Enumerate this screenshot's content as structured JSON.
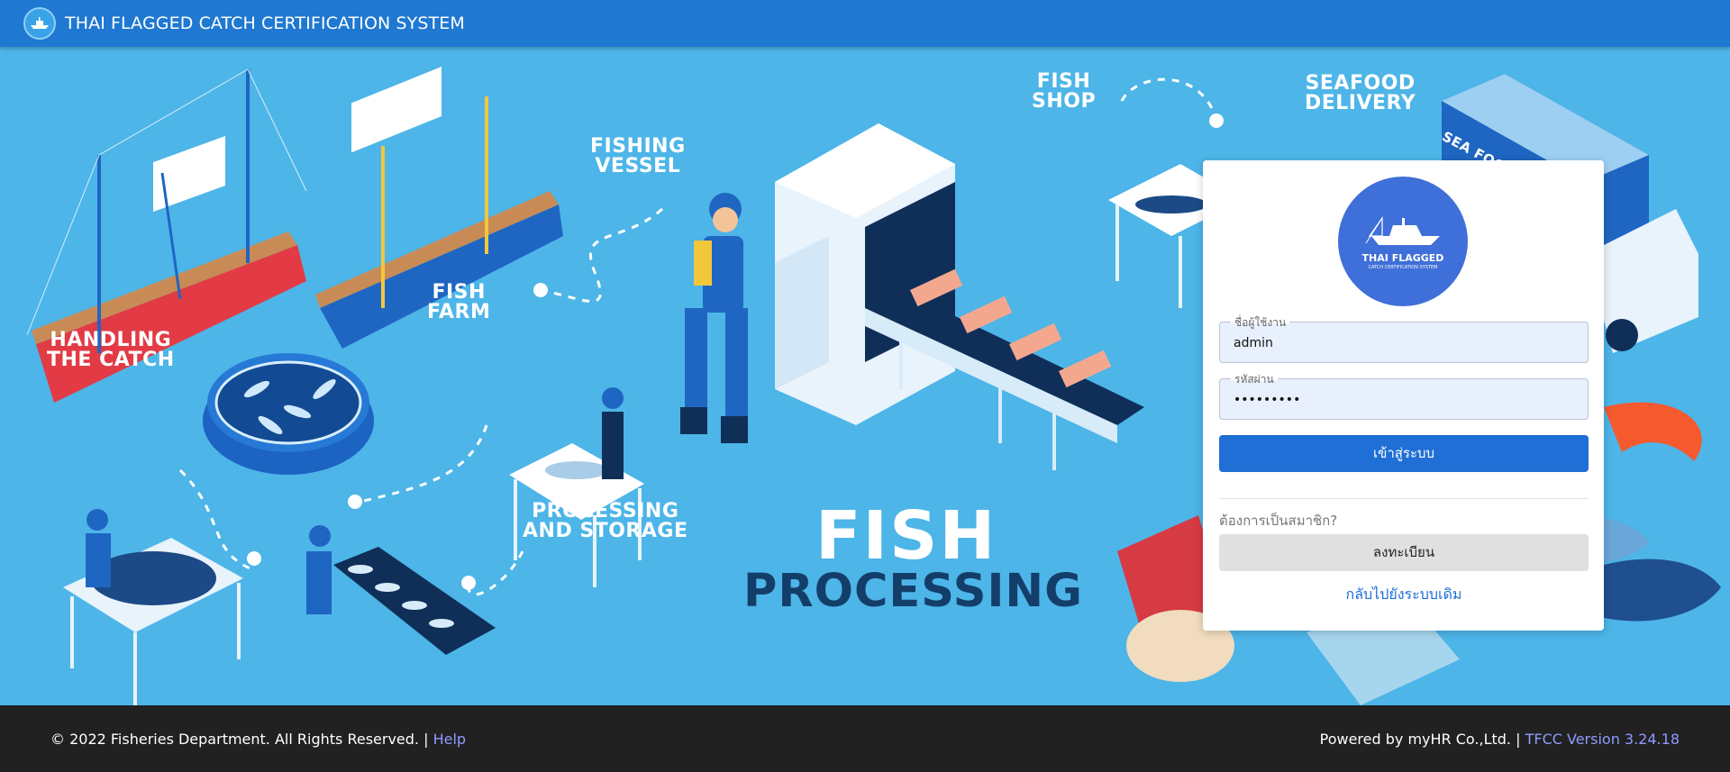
{
  "header": {
    "title": "THAI FLAGGED CATCH CERTIFICATION SYSTEM",
    "logo_icon": "fish-boat-logo-icon"
  },
  "scene": {
    "labels": {
      "fishing_vessel": "FISHING\nVESSEL",
      "fish_farm": "FISH\nFARM",
      "handling_the_catch": "HANDLING\nTHE CATCH",
      "processing_and_storage": "PROCESSING\nAND STORAGE",
      "fish_shop": "FISH\nSHOP",
      "seafood_delivery": "SEAFOOD\nDELIVERY",
      "truck_text": "SEA FOOD"
    },
    "hero_line1": "FISH",
    "hero_line2": "PROCESSING"
  },
  "login": {
    "logo_title": "THAI FLAGGED",
    "logo_subtitle": "CATCH CERTIFICATION SYSTEM",
    "username_label": "ชื่อผู้ใช้งาน",
    "username_value": "admin",
    "password_label": "รหัสผ่าน",
    "password_value": "•••••••••",
    "login_button": "เข้าสู่ระบบ",
    "member_question": "ต้องการเป็นสมาชิก?",
    "register_button": "ลงทะเบียน",
    "back_link": "กลับไปยังระบบเดิม"
  },
  "footer": {
    "copyright": "© 2022 Fisheries Department. All Rights Reserved. |",
    "help_link": "Help",
    "powered_by": "Powered by myHR Co.,Ltd. |",
    "version_link": "TFCC Version 3.24.18"
  },
  "colors": {
    "header_bg": "#1f78d1",
    "scene_bg": "#4db5e8",
    "primary_button": "#1f6fd6",
    "footer_bg": "#212121",
    "link": "#8f9bff"
  }
}
